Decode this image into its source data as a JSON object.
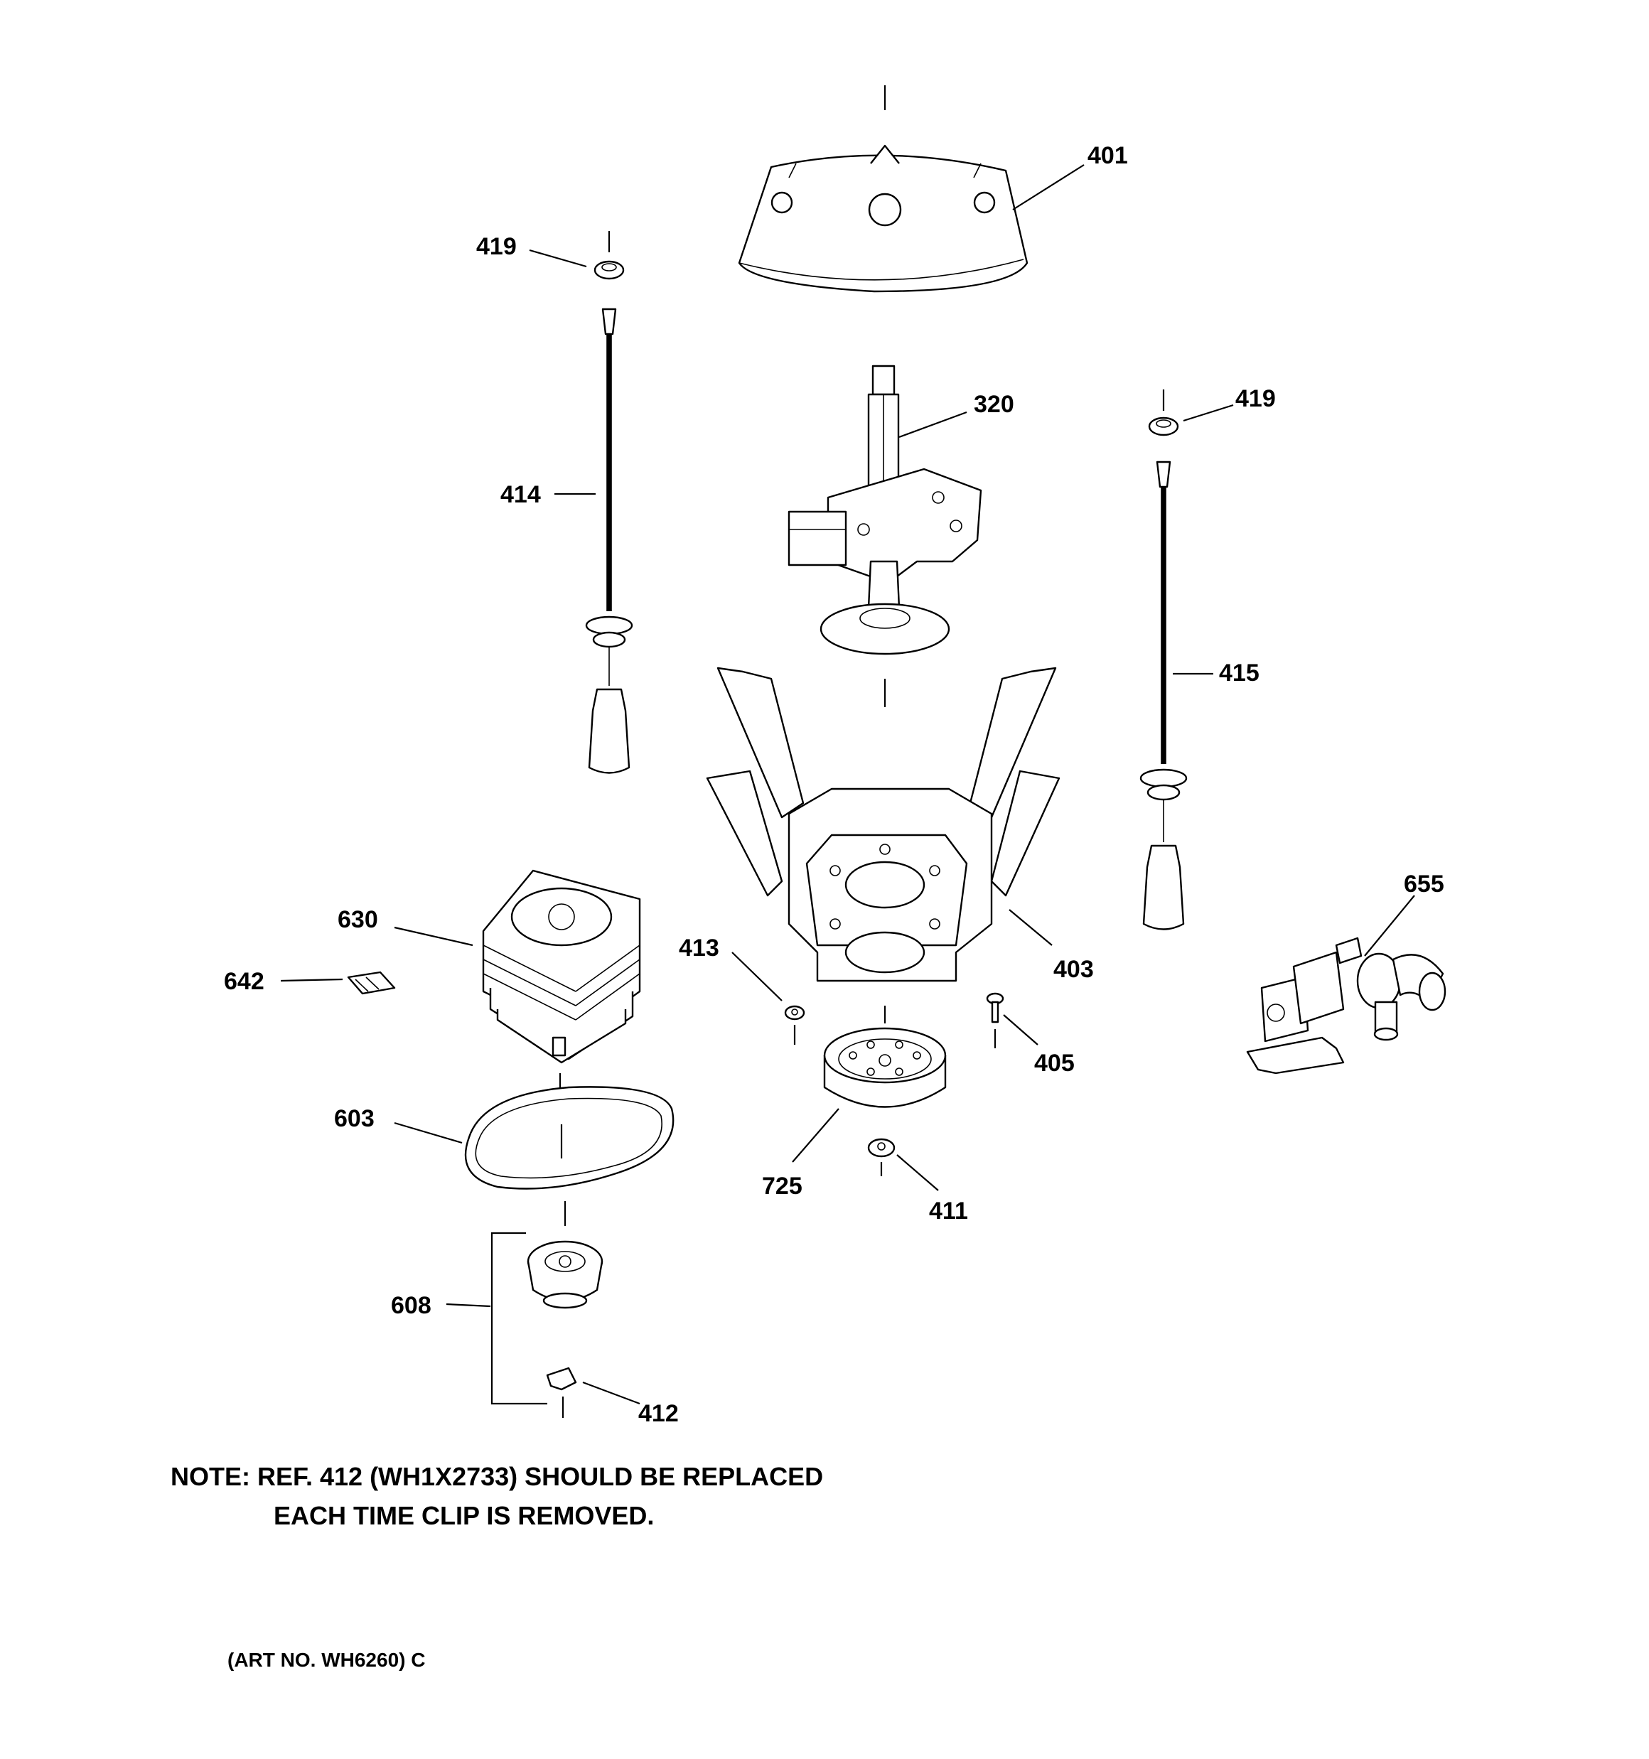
{
  "diagram": {
    "parts": [
      {
        "id": "p401",
        "ref": "401"
      },
      {
        "id": "p419a",
        "ref": "419"
      },
      {
        "id": "p419b",
        "ref": "419"
      },
      {
        "id": "p320",
        "ref": "320"
      },
      {
        "id": "p414",
        "ref": "414"
      },
      {
        "id": "p415",
        "ref": "415"
      },
      {
        "id": "p630",
        "ref": "630"
      },
      {
        "id": "p642",
        "ref": "642"
      },
      {
        "id": "p413",
        "ref": "413"
      },
      {
        "id": "p403",
        "ref": "403"
      },
      {
        "id": "p655",
        "ref": "655"
      },
      {
        "id": "p405",
        "ref": "405"
      },
      {
        "id": "p603",
        "ref": "603"
      },
      {
        "id": "p725",
        "ref": "725"
      },
      {
        "id": "p411",
        "ref": "411"
      },
      {
        "id": "p608",
        "ref": "608"
      },
      {
        "id": "p412",
        "ref": "412"
      }
    ],
    "note_line1": "NOTE: REF. 412 (WH1X2733) SHOULD BE REPLACED",
    "note_line2": "EACH TIME CLIP IS REMOVED.",
    "art_number": "(ART NO. WH6260) C"
  }
}
